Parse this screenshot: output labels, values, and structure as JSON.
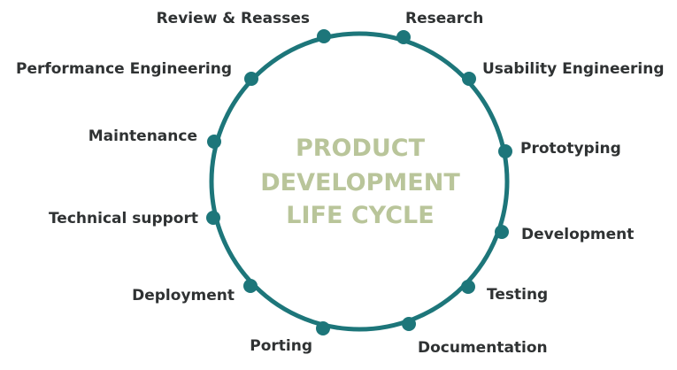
{
  "diagram": {
    "title_lines": [
      "PRODUCT",
      "DEVELOPMENT",
      "LIFE CYCLE"
    ],
    "colors": {
      "ring": "#1d767a",
      "node": "#1d767a",
      "label": "#2f3233",
      "title": "#b9c59a",
      "background": "#ffffff"
    },
    "stages": [
      {
        "label": "Research"
      },
      {
        "label": "Usability Engineering"
      },
      {
        "label": "Prototyping"
      },
      {
        "label": "Development"
      },
      {
        "label": "Testing"
      },
      {
        "label": "Documentation"
      },
      {
        "label": "Porting"
      },
      {
        "label": "Deployment"
      },
      {
        "label": "Technical support"
      },
      {
        "label": "Maintenance"
      },
      {
        "label": "Performance Engineering"
      },
      {
        "label": "Review & Reasses"
      }
    ]
  }
}
